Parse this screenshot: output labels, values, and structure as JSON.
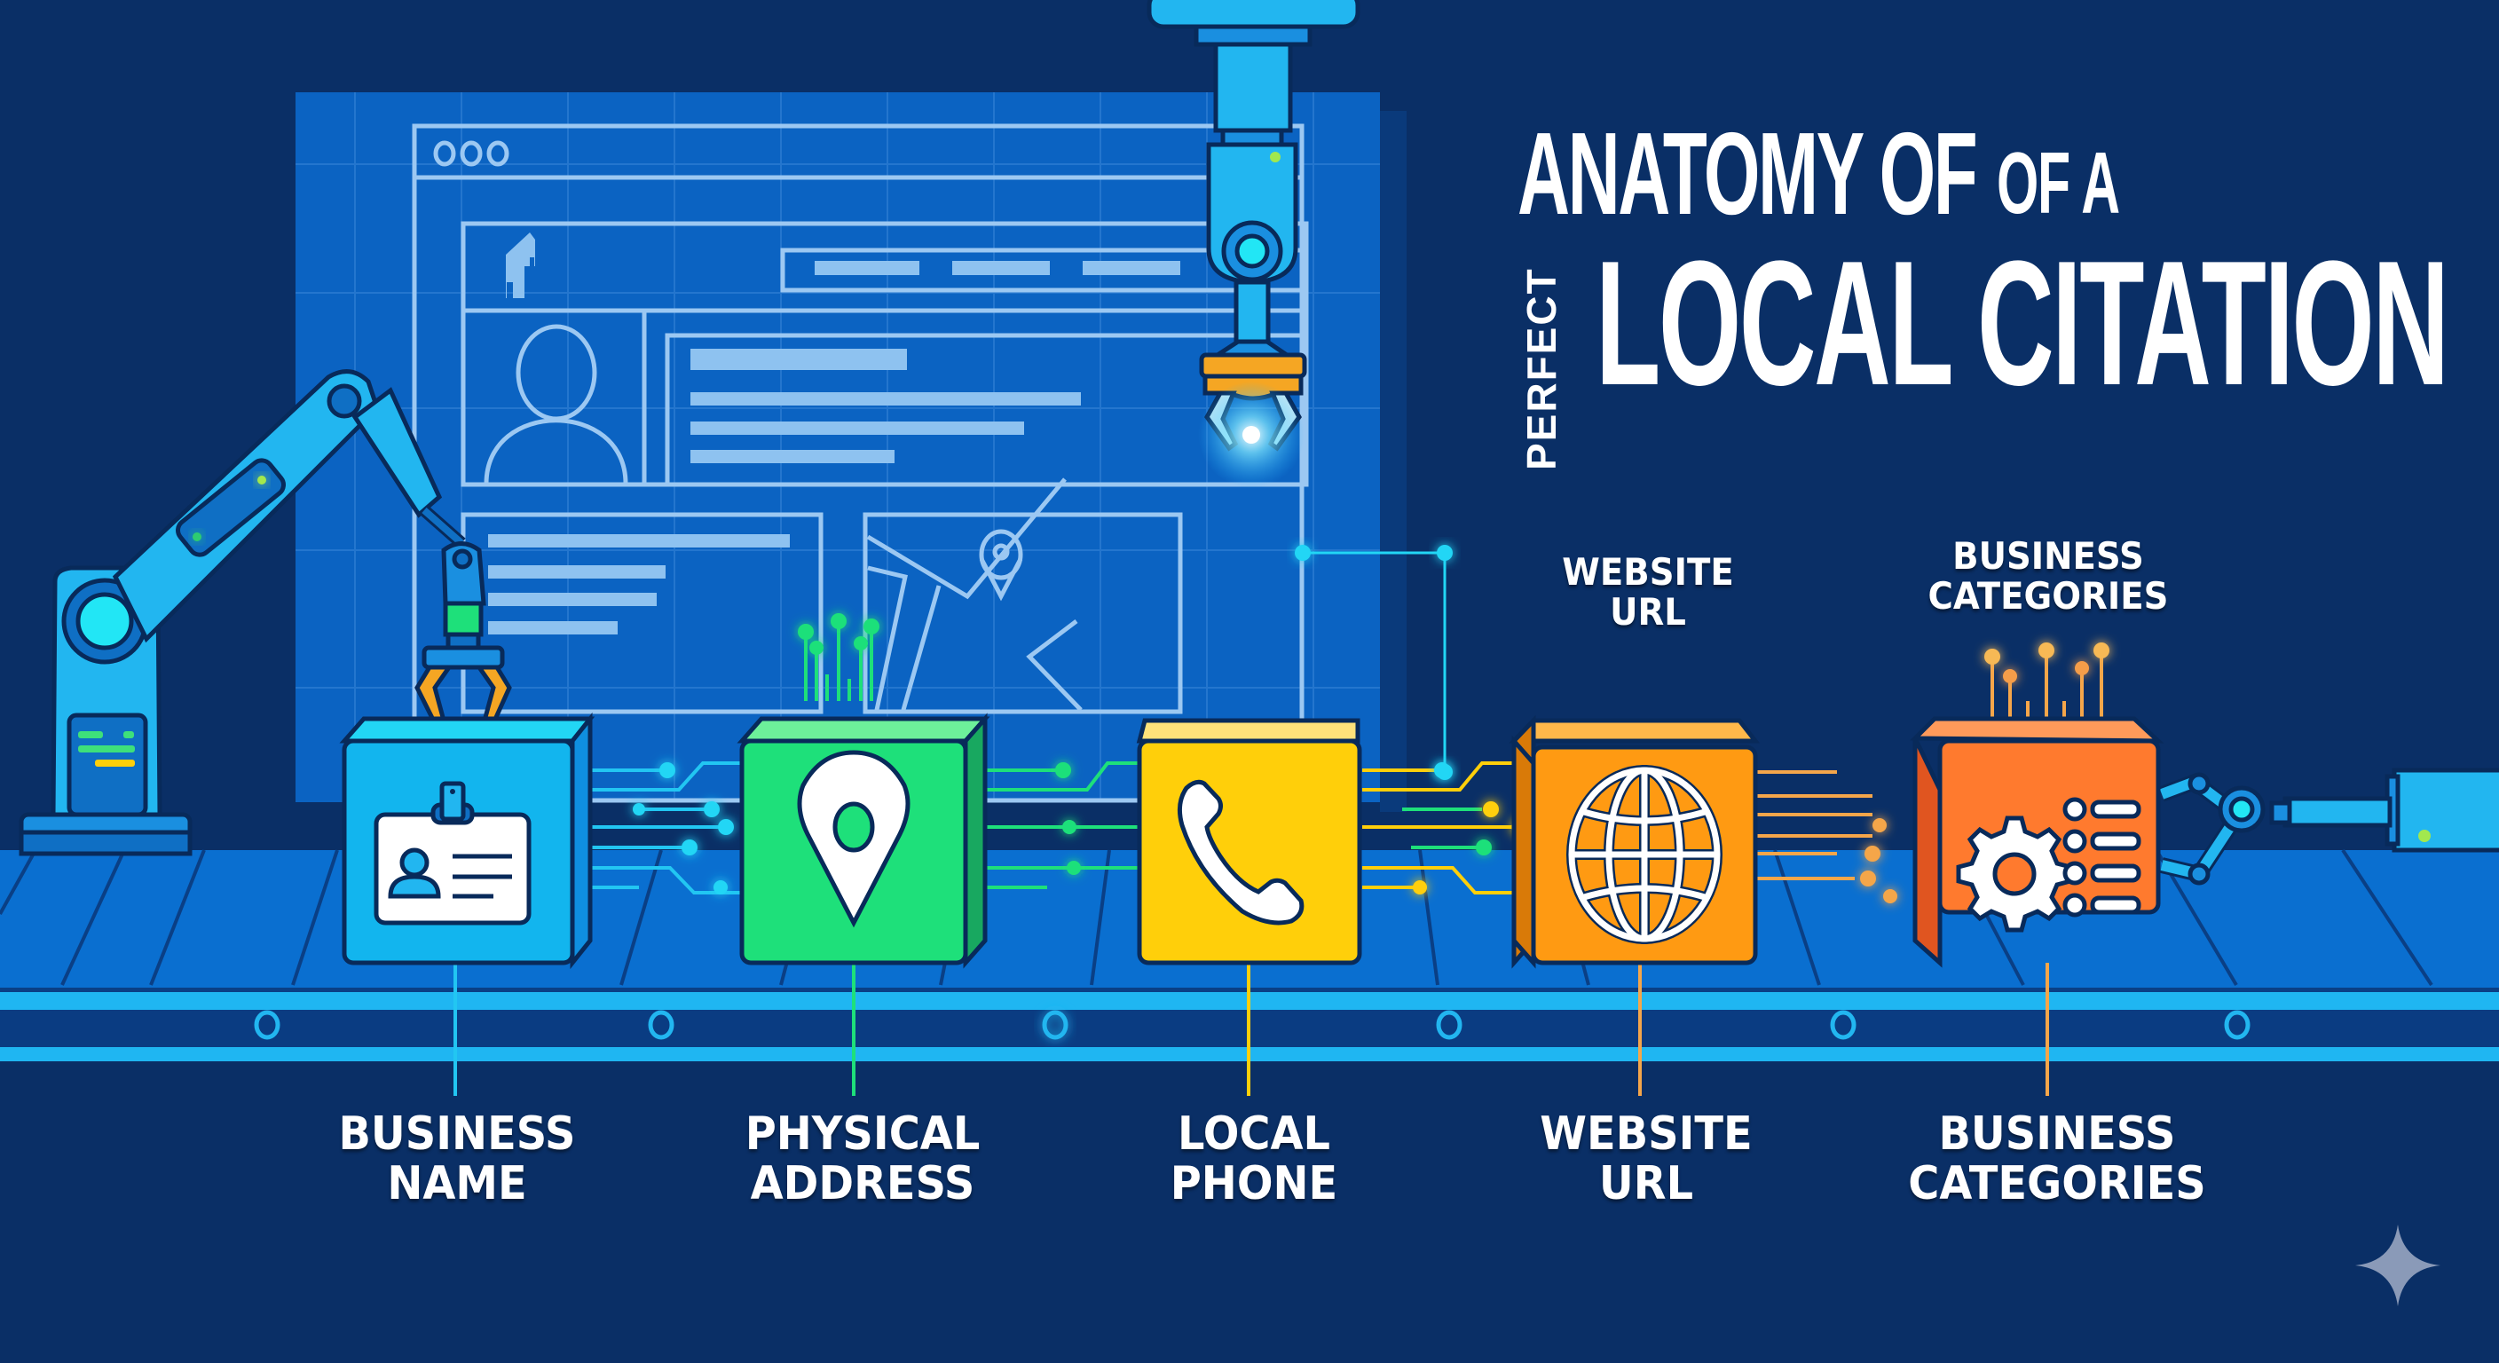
{
  "title": {
    "line1_main": "ANATOMY OF",
    "line1_small": "OF A",
    "vertical_word": "PERFECT",
    "line2": "LOCAL CITATION"
  },
  "components": [
    {
      "id": "business-name",
      "line1": "BUSINESS",
      "line2": "NAME",
      "icon": "id-badge-icon",
      "color": "#12b5ee"
    },
    {
      "id": "physical-address",
      "line1": "PHYSICAL",
      "line2": "ADDRESS",
      "icon": "map-pin-icon",
      "color": "#1ee07a"
    },
    {
      "id": "local-phone",
      "line1": "LOCAL",
      "line2": "PHONE",
      "icon": "phone-icon",
      "color": "#ffcf0a"
    },
    {
      "id": "website-url",
      "line1": "WEBSITE",
      "line2": "URL",
      "icon": "globe-icon",
      "color": "#ff9a12"
    },
    {
      "id": "business-categories",
      "line1": "BUSINESS",
      "line2": "CATEGORIES",
      "icon": "gear-list-icon",
      "color": "#ff7a2e"
    }
  ],
  "top_labels": [
    {
      "line1": "WEBSITE",
      "line2": "URL"
    },
    {
      "line1": "BUSINESS",
      "line2": "CATEGORIES"
    }
  ],
  "colors": {
    "background": "#0a2f66",
    "panel": "#0b63c2",
    "conveyor": "#0a6fd0",
    "rail": "#1fb6f2",
    "accent_cyan": "#22d6f5"
  },
  "watermark_icon": "sparkle-icon"
}
